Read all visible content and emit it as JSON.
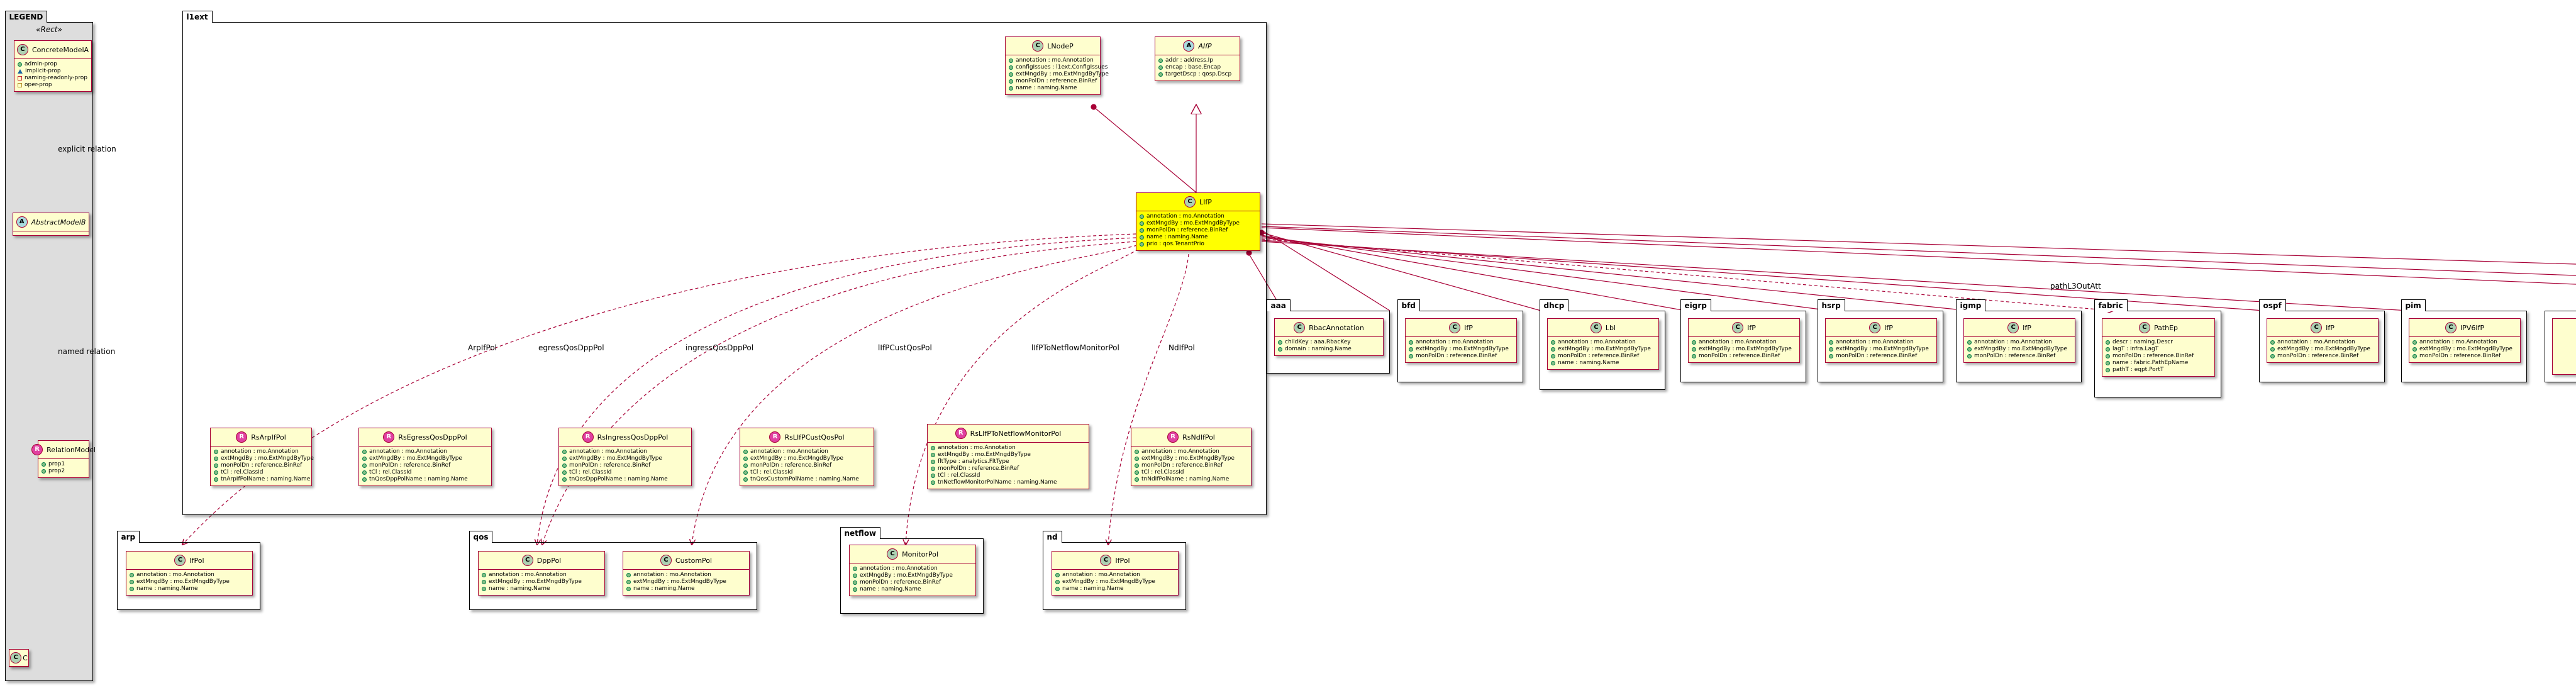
{
  "legend": {
    "title": "LEGEND",
    "stereotype": "«Rect»",
    "concrete_model": {
      "name": "ConcreteModelA",
      "attrs": [
        "admin-prop",
        "implicit-prop",
        "naming-readonly-prop",
        "oper-prop"
      ]
    },
    "abstract_model": {
      "name": "AbstractModelB"
    },
    "relation_model": {
      "name": "RelationModel",
      "attrs": [
        "prop1",
        "prop2"
      ]
    },
    "c_model": {
      "name": "C"
    },
    "explicit_label": "explicit relation",
    "named_label": "named relation"
  },
  "l1ext": {
    "package": "l1ext",
    "lnodep": {
      "name": "LNodeP",
      "attrs": [
        "annotation : mo.Annotation",
        "configIssues : l1ext.ConfigIssues",
        "extMngdBy : mo.ExtMngdByType",
        "monPolDn : reference.BinRef",
        "name : naming.Name"
      ]
    },
    "aifp": {
      "name": "AIfP",
      "attrs": [
        "addr : address.Ip",
        "encap : base.Encap",
        "targetDscp : qosp.Dscp"
      ]
    },
    "lifp": {
      "name": "LIfP",
      "attrs": [
        "annotation : mo.Annotation",
        "extMngdBy : mo.ExtMngdByType",
        "monPolDn : reference.BinRef",
        "name : naming.Name",
        "prio : qos.TenantPrio"
      ]
    },
    "rels": [
      {
        "name": "RsArpIfPol",
        "attrs": [
          "annotation : mo.Annotation",
          "extMngdBy : mo.ExtMngdByType",
          "monPolDn : reference.BinRef",
          "tCl : rel.ClassId",
          "tnArpIfPolName : naming.Name"
        ],
        "label": "ArpIfPol"
      },
      {
        "name": "RsEgressQosDppPol",
        "attrs": [
          "annotation : mo.Annotation",
          "extMngdBy : mo.ExtMngdByType",
          "monPolDn : reference.BinRef",
          "tCl : rel.ClassId",
          "tnQosDppPolName : naming.Name"
        ],
        "label": "egressQosDppPol"
      },
      {
        "name": "RsIngressQosDppPol",
        "attrs": [
          "annotation : mo.Annotation",
          "extMngdBy : mo.ExtMngdByType",
          "monPolDn : reference.BinRef",
          "tCl : rel.ClassId",
          "tnQosDppPolName : naming.Name"
        ],
        "label": "ingressQosDppPol"
      },
      {
        "name": "RsLIfPCustQosPol",
        "attrs": [
          "annotation : mo.Annotation",
          "extMngdBy : mo.ExtMngdByType",
          "monPolDn : reference.BinRef",
          "tCl : rel.ClassId",
          "tnQosCustomPolName : naming.Name"
        ],
        "label": "lIfPCustQosPol"
      },
      {
        "name": "RsLIfPToNetflowMonitorPol",
        "attrs": [
          "annotation : mo.Annotation",
          "extMngdBy : mo.ExtMngdByType",
          "fltType : analytics.FltType",
          "monPolDn : reference.BinRef",
          "tCl : rel.ClassId",
          "tnNetflowMonitorPolName : naming.Name"
        ],
        "label": "lIfPToNetflowMonitorPol"
      },
      {
        "name": "RsNdIfPol",
        "attrs": [
          "annotation : mo.Annotation",
          "extMngdBy : mo.ExtMngdByType",
          "monPolDn : reference.BinRef",
          "tCl : rel.ClassId",
          "tnNdIfPolName : naming.Name"
        ],
        "label": "NdIfPol"
      }
    ]
  },
  "targets": {
    "arp": {
      "package": "arp",
      "name": "IfPol",
      "attrs": [
        "annotation : mo.Annotation",
        "extMngdBy : mo.ExtMngdByType",
        "name : naming.Name"
      ]
    },
    "qos": {
      "package": "qos",
      "dpp": {
        "name": "DppPol",
        "attrs": [
          "annotation : mo.Annotation",
          "extMngdBy : mo.ExtMngdByType",
          "name : naming.Name"
        ]
      },
      "custom": {
        "name": "CustomPol",
        "attrs": [
          "annotation : mo.Annotation",
          "extMngdBy : mo.ExtMngdByType",
          "name : naming.Name"
        ]
      }
    },
    "netflow": {
      "package": "netflow",
      "name": "MonitorPol",
      "attrs": [
        "annotation : mo.Annotation",
        "extMngdBy : mo.ExtMngdByType",
        "monPolDn : reference.BinRef",
        "name : naming.Name"
      ]
    },
    "nd": {
      "package": "nd",
      "name": "IfPol",
      "attrs": [
        "annotation : mo.Annotation",
        "extMngdBy : mo.ExtMngdByType",
        "name : naming.Name"
      ]
    }
  },
  "children": [
    {
      "package": "aaa",
      "name": "RbacAnnotation",
      "attrs": [
        "childKey : aaa.RbacKey",
        "domain : naming.Name"
      ]
    },
    {
      "package": "bfd",
      "name": "IfP",
      "attrs": [
        "annotation : mo.Annotation",
        "extMngdBy : mo.ExtMngdByType",
        "monPolDn : reference.BinRef"
      ]
    },
    {
      "package": "dhcp",
      "name": "Lbl",
      "attrs": [
        "annotation : mo.Annotation",
        "extMngdBy : mo.ExtMngdByType",
        "monPolDn : reference.BinRef",
        "name : naming.Name"
      ]
    },
    {
      "package": "eigrp",
      "name": "IfP",
      "attrs": [
        "annotation : mo.Annotation",
        "extMngdBy : mo.ExtMngdByType",
        "monPolDn : reference.BinRef"
      ]
    },
    {
      "package": "hsrp",
      "name": "IfP",
      "attrs": [
        "annotation : mo.Annotation",
        "extMngdBy : mo.ExtMngdByType",
        "monPolDn : reference.BinRef"
      ]
    },
    {
      "package": "igmp",
      "name": "IfP",
      "attrs": [
        "annotation : mo.Annotation",
        "extMngdBy : mo.ExtMngdByType",
        "monPolDn : reference.BinRef"
      ]
    },
    {
      "package": "fabric",
      "name": "PathEp",
      "attrs": [
        "descr : naming.Descr",
        "lagT : infra.LagT",
        "monPolDn : reference.BinRef",
        "name : fabric.PathEpName",
        "pathT : eqpt.PortT"
      ]
    },
    {
      "package": "ospf",
      "name": "IfP",
      "attrs": [
        "annotation : mo.Annotation",
        "extMngdBy : mo.ExtMngdByType",
        "monPolDn : reference.BinRef"
      ]
    },
    {
      "package": "pim",
      "name": "IPV6IfP",
      "attrs": [
        "annotation : mo.Annotation",
        "extMngdBy : mo.ExtMngdByType",
        "monPolDn : reference.BinRef"
      ]
    }
  ],
  "fabric_label": "pathL3OutAtt",
  "colors": {
    "class_fill": "#FEFECE",
    "class_border": "#A80036",
    "highlight": "#FFFF00",
    "legend_bg": "#DDDDDD"
  }
}
